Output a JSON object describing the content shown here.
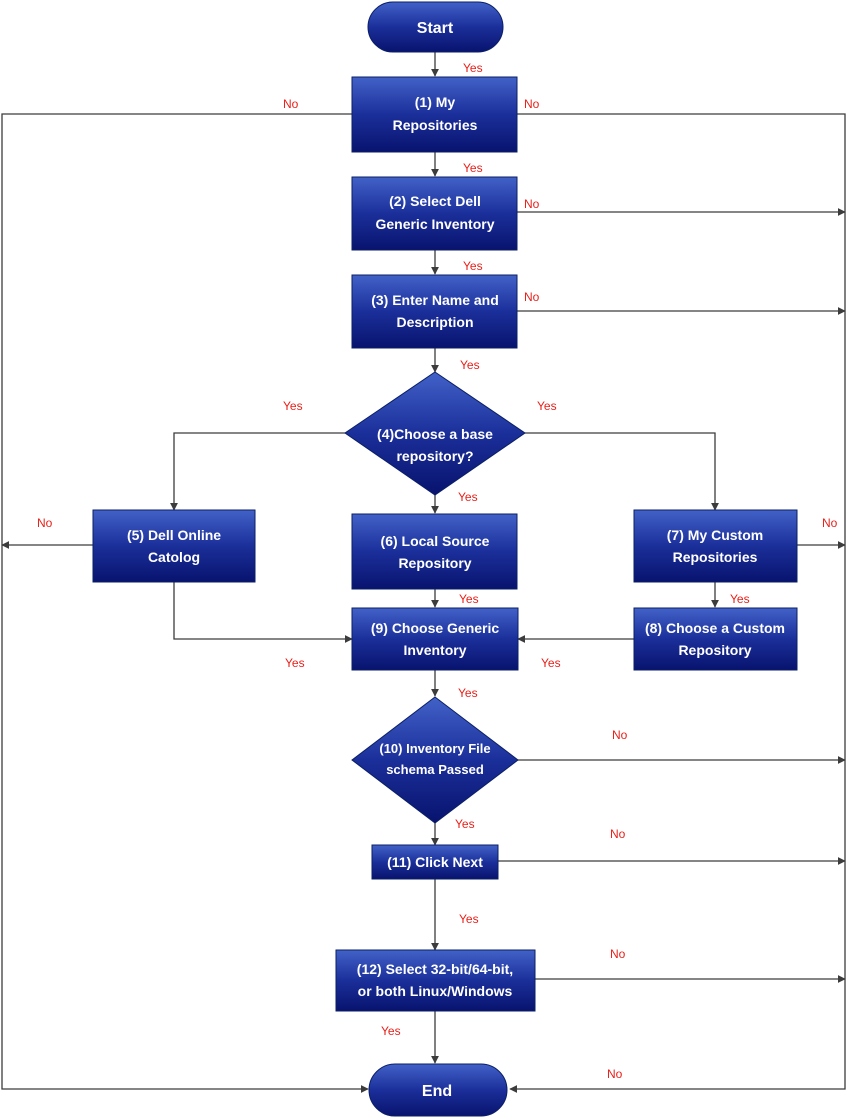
{
  "colors": {
    "node_fill_top": "#4262c8",
    "node_fill_bottom": "#08136e",
    "edge": "#3c3c3c",
    "label": "#e8201a",
    "text": "#ffffff"
  },
  "nodes": [
    {
      "id": "start",
      "shape": "terminator",
      "lines": [
        "Start"
      ]
    },
    {
      "id": "n1",
      "shape": "process",
      "lines": [
        "(1) My",
        "Repositories"
      ]
    },
    {
      "id": "n2",
      "shape": "process",
      "lines": [
        "(2) Select Dell",
        "Generic Inventory"
      ]
    },
    {
      "id": "n3",
      "shape": "process",
      "lines": [
        "(3) Enter Name and",
        "Description"
      ]
    },
    {
      "id": "n4",
      "shape": "decision",
      "lines": [
        "(4)Choose a base",
        "repository?"
      ]
    },
    {
      "id": "n5",
      "shape": "process",
      "lines": [
        "(5) Dell Online",
        "Catolog"
      ]
    },
    {
      "id": "n6",
      "shape": "process",
      "lines": [
        "(6) Local Source",
        "Repository"
      ]
    },
    {
      "id": "n7",
      "shape": "process",
      "lines": [
        "(7) My Custom",
        "Repositories"
      ]
    },
    {
      "id": "n8",
      "shape": "process",
      "lines": [
        "(8) Choose a Custom",
        "Repository"
      ]
    },
    {
      "id": "n9",
      "shape": "process",
      "lines": [
        "(9) Choose Generic",
        "Inventory"
      ]
    },
    {
      "id": "n10",
      "shape": "decision",
      "lines": [
        "(10) Inventory File",
        "schema Passed"
      ]
    },
    {
      "id": "n11",
      "shape": "process",
      "lines": [
        "(11) Click Next"
      ]
    },
    {
      "id": "n12",
      "shape": "process",
      "lines": [
        "(12) Select 32-bit/64-bit,",
        "or both Linux/Windows"
      ]
    },
    {
      "id": "end",
      "shape": "terminator",
      "lines": [
        "End"
      ]
    }
  ],
  "edges": [
    {
      "from": "start",
      "to": "n1",
      "label": "Yes"
    },
    {
      "from": "n1",
      "to": "n2",
      "label": "Yes"
    },
    {
      "from": "n1",
      "to": "left-rail",
      "label": "No"
    },
    {
      "from": "n1",
      "to": "right-rail",
      "label": "No"
    },
    {
      "from": "n2",
      "to": "n3",
      "label": "Yes"
    },
    {
      "from": "n2",
      "to": "right-rail",
      "label": "No"
    },
    {
      "from": "n3",
      "to": "n4",
      "label": "Yes"
    },
    {
      "from": "n3",
      "to": "right-rail",
      "label": "No"
    },
    {
      "from": "n4",
      "to": "n5",
      "label": "Yes"
    },
    {
      "from": "n4",
      "to": "n7",
      "label": "Yes"
    },
    {
      "from": "n4",
      "to": "n6",
      "label": "Yes"
    },
    {
      "from": "n5",
      "to": "left-rail",
      "label": "No"
    },
    {
      "from": "n7",
      "to": "right-rail",
      "label": "No"
    },
    {
      "from": "n6",
      "to": "n9",
      "label": "Yes"
    },
    {
      "from": "n7",
      "to": "n8",
      "label": "Yes"
    },
    {
      "from": "n5",
      "to": "n9",
      "label": "Yes"
    },
    {
      "from": "n8",
      "to": "n9",
      "label": "Yes"
    },
    {
      "from": "n9",
      "to": "n10",
      "label": "Yes"
    },
    {
      "from": "n10",
      "to": "right-rail",
      "label": "No"
    },
    {
      "from": "n10",
      "to": "n11",
      "label": "Yes"
    },
    {
      "from": "n11",
      "to": "right-rail",
      "label": "No"
    },
    {
      "from": "n11",
      "to": "n12",
      "label": "Yes"
    },
    {
      "from": "n12",
      "to": "right-rail",
      "label": "No"
    },
    {
      "from": "n12",
      "to": "end",
      "label": "Yes"
    },
    {
      "from": "right-rail",
      "to": "end",
      "label": "No"
    }
  ]
}
